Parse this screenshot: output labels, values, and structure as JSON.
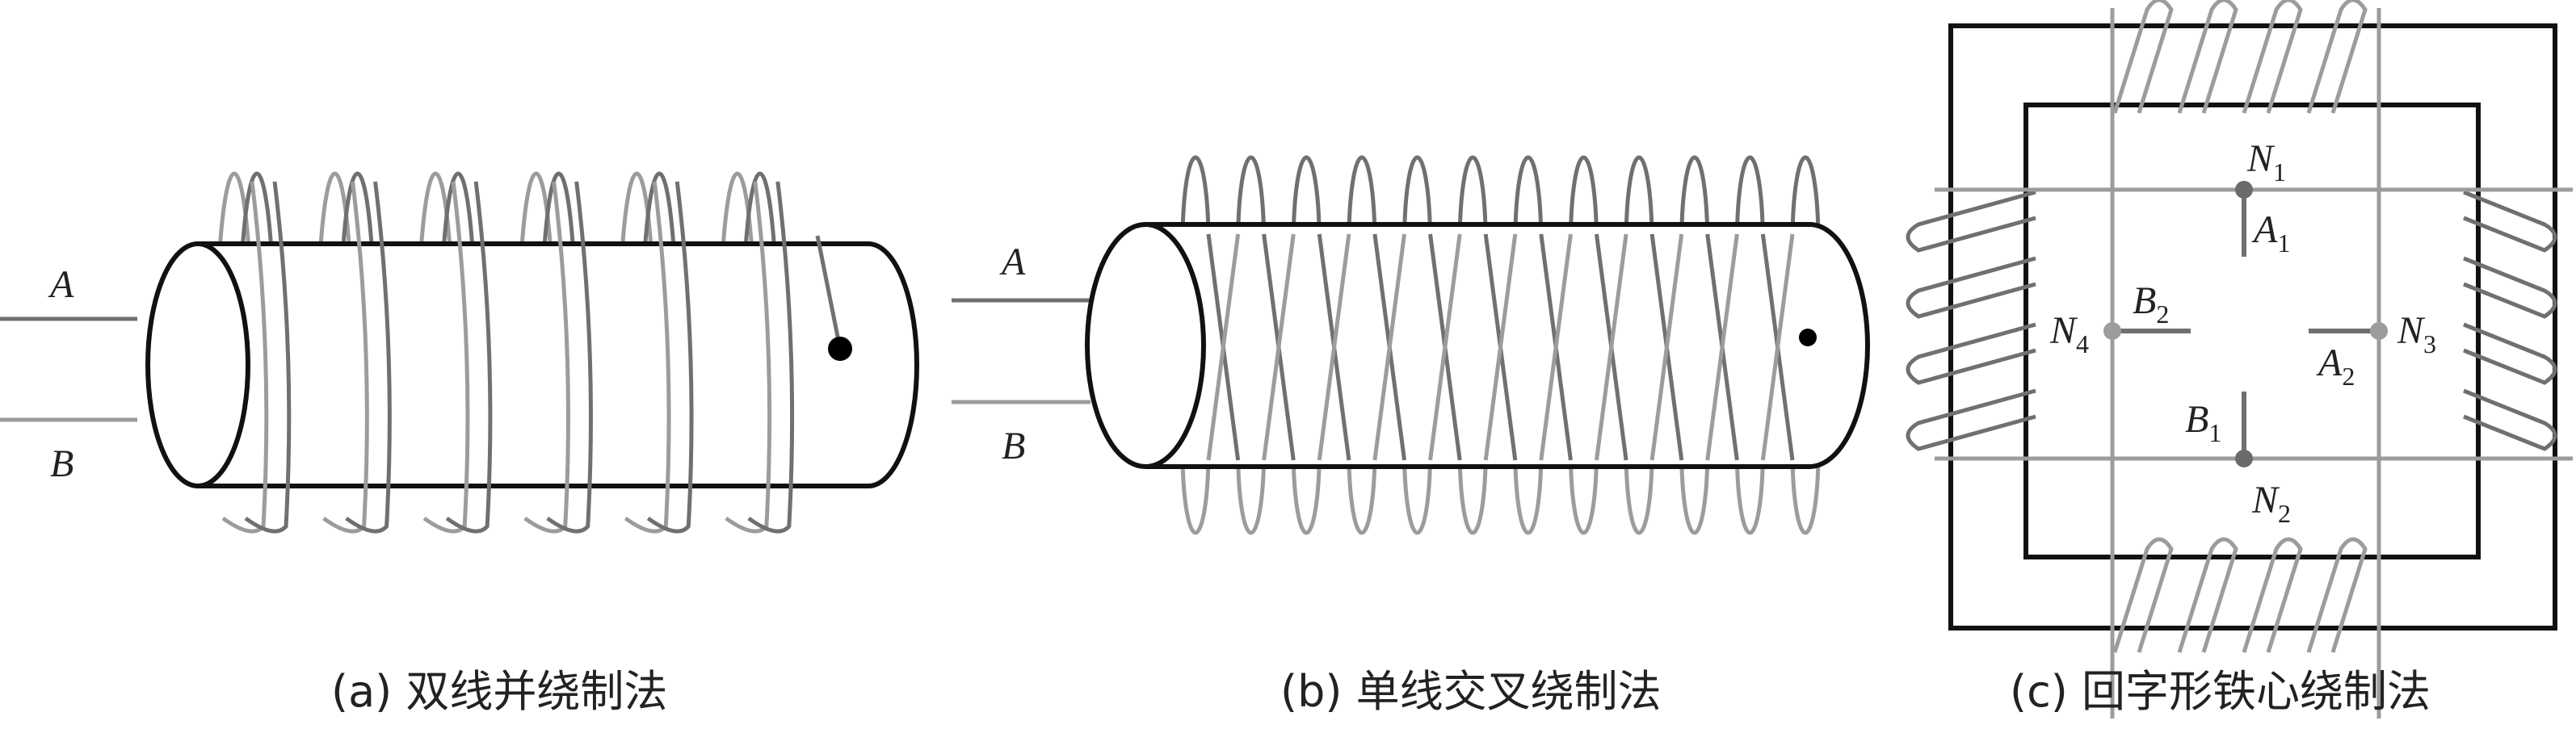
{
  "colors": {
    "outline": "#111111",
    "wire_dark": "#707070",
    "wire_light": "#9c9c9c",
    "point": "#7a7a7a",
    "dot": "#000000"
  },
  "panel_a": {
    "label_a": "A",
    "label_b": "B",
    "caption": "(a)  双线并绕制法",
    "turns": 6
  },
  "panel_b": {
    "label_a": "A",
    "label_b": "B",
    "caption": "(b)  单线交叉绕制法",
    "turns": 12
  },
  "panel_c": {
    "n1": {
      "main": "N",
      "sub": "1"
    },
    "n2": {
      "main": "N",
      "sub": "2"
    },
    "n3": {
      "main": "N",
      "sub": "3"
    },
    "n4": {
      "main": "N",
      "sub": "4"
    },
    "a1": {
      "main": "A",
      "sub": "1"
    },
    "a2": {
      "main": "A",
      "sub": "2"
    },
    "b1": {
      "main": "B",
      "sub": "1"
    },
    "b2": {
      "main": "B",
      "sub": "2"
    },
    "caption": "(c)  回字形铁心绕制法",
    "turns_per_side": 4
  }
}
